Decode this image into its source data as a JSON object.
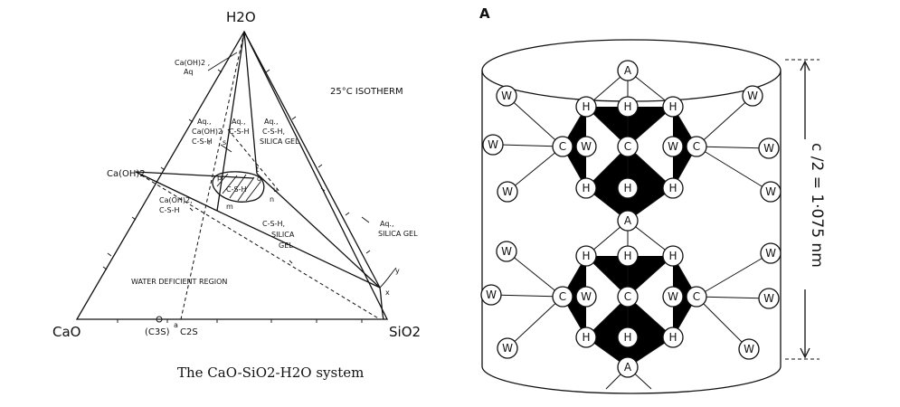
{
  "ternary": {
    "apex_top": "H2O",
    "vertex_left": "CaO",
    "vertex_right": "SiO2",
    "ca_oh2": "Ca(OH)2",
    "isotherm": "25°C  ISOTHERM",
    "regions": [
      "Ca(OH)2 ,",
      "Aq",
      "Aq.,",
      "Ca(OH)2",
      "C-S-H",
      "Aq.,",
      "C-S-H",
      "Aq.,",
      "C-S-H,",
      "SILICA GEL",
      "C-S-H",
      "Ca(OH)2,",
      "C-S-H",
      "C-S-H,",
      "SILICA",
      "GEL",
      "Aq.,",
      "SILICA GEL",
      "WATER DEFICIENT REGION"
    ],
    "points": [
      "r",
      "s",
      "t",
      "u",
      "p",
      "q",
      "n",
      "m",
      "y",
      "x"
    ],
    "axis_bottom_labels": [
      "(C3S)",
      "a",
      "C2S"
    ]
  },
  "structure": {
    "panel_label": "A",
    "dimension": "c /2 = 1·075 nm",
    "atoms": [
      "A",
      "H",
      "W",
      "C"
    ]
  },
  "caption": "The CaO-SiO2-H2O system"
}
